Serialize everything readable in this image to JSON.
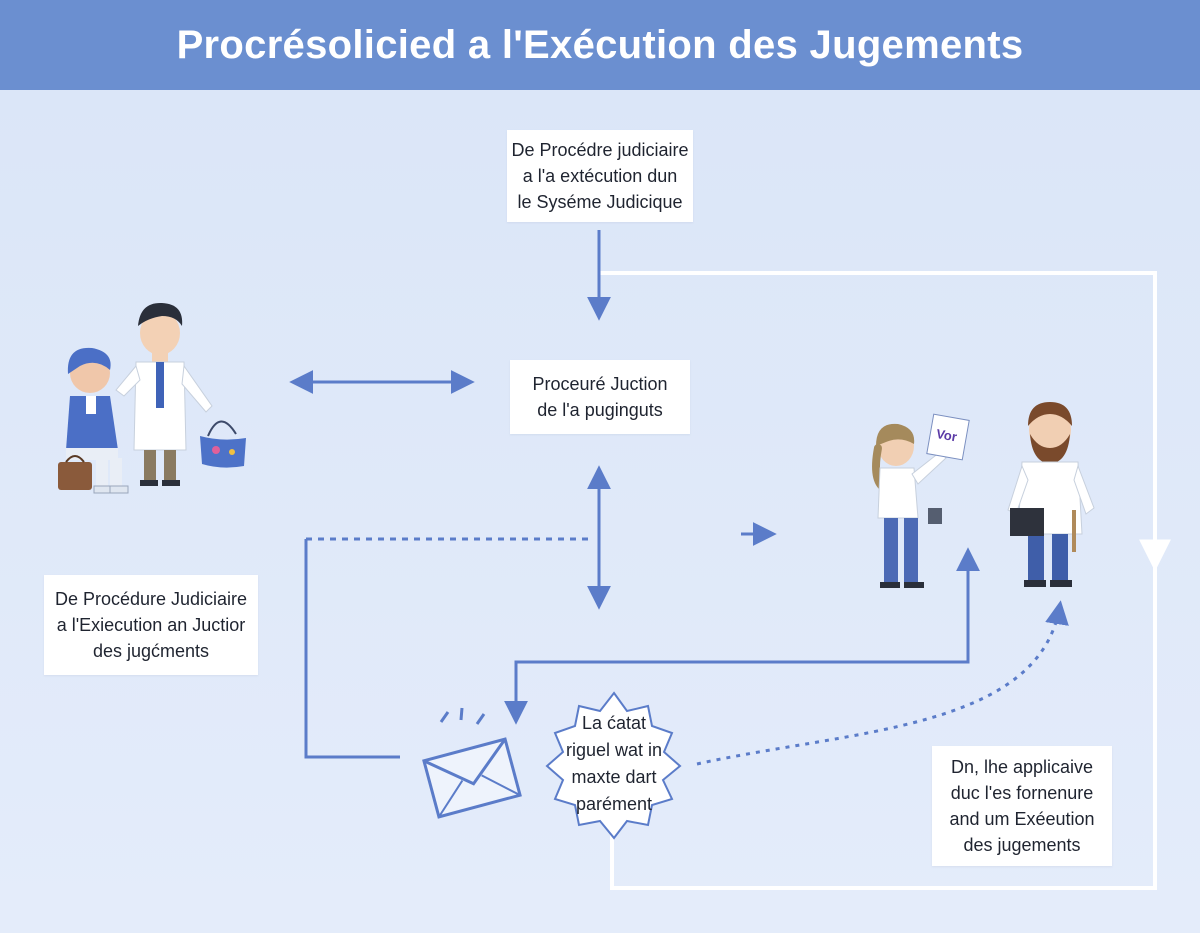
{
  "title": "Procrésolicied a l'Exécution des Jugements",
  "boxes": {
    "top": [
      "De Procédre judiciaire",
      "a l'a extécution dun",
      "le Syséme Judicique"
    ],
    "center": [
      "Proceuré Juction",
      "de l'a puginguts"
    ],
    "left": [
      "De Procédure Judiciaire",
      "a l'Exiecution an Juctior",
      "des jugćments"
    ],
    "burst": [
      "La ćatat",
      "riguel wat in",
      "maxte dart",
      "parément"
    ],
    "bottom_right": [
      "Dn, lhe applicaive",
      "duc l'es fornenure",
      "and um Exéeution",
      "des jugements"
    ]
  },
  "doc_sign_text": "Vor",
  "colors": {
    "header": "#6b8fd0",
    "arrow": "#5b7cc9",
    "connector": "#ffffff",
    "background": "#dfe8f8"
  },
  "icons": [
    "client-and-doctor-illustration",
    "woman-holding-document-illustration",
    "bearded-man-illustration",
    "envelope-icon"
  ]
}
